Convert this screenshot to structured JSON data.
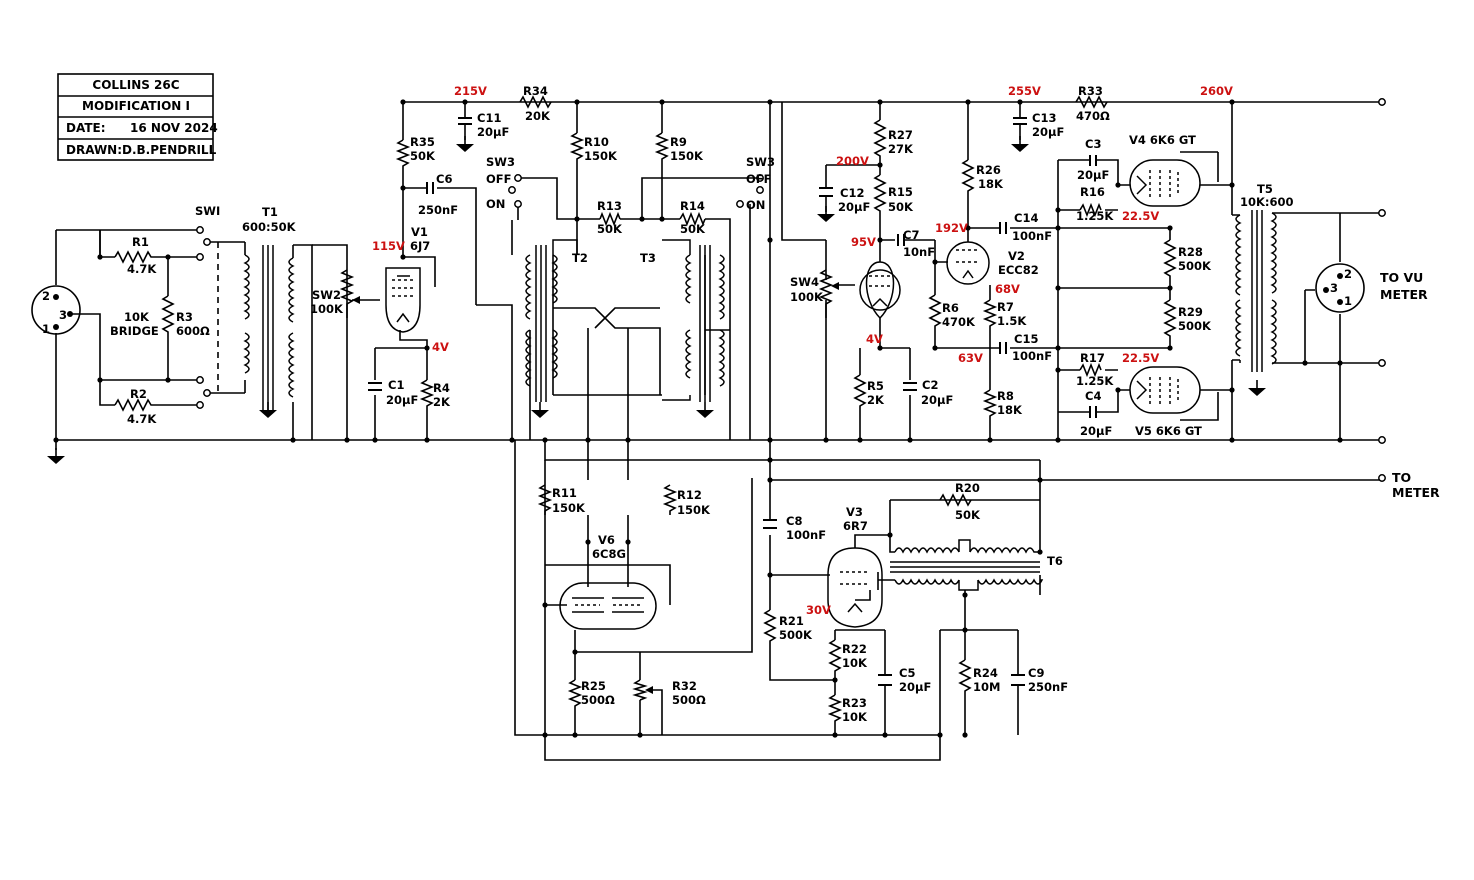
{
  "title_block": {
    "title": "COLLINS 26C",
    "modification": "MODIFICATION  I",
    "date_label": "DATE:",
    "date": "16 NOV 2024",
    "drawn_label": "DRAWN:",
    "drawn": "D.B.PENDRILL"
  },
  "colors": {
    "voltage": "#cc1111",
    "line": "#000000"
  },
  "connectors": {
    "input": {
      "pins": [
        "2",
        "3",
        "1"
      ]
    },
    "output": {
      "pins": [
        "2",
        "3",
        "1"
      ],
      "label": [
        "TO  VU",
        "METER"
      ]
    },
    "meter": {
      "label": [
        "TO",
        "METER"
      ]
    }
  },
  "switches": {
    "sw1": "SWI",
    "sw2": [
      "SW2",
      "100K"
    ],
    "sw3a": [
      "SW3",
      "OFF",
      "ON"
    ],
    "sw3b": [
      "SW3",
      "OFF",
      "ON"
    ],
    "sw4": [
      "SW4",
      "100K"
    ]
  },
  "bridge": [
    "10K",
    "BRIDGE"
  ],
  "transformers": {
    "t1": [
      "T1",
      "600:50K"
    ],
    "t2": "T2",
    "t3": "T3",
    "t5": [
      "T5",
      "10K:600"
    ],
    "t6": "T6"
  },
  "tubes": {
    "v1": [
      "V1",
      "6J7"
    ],
    "v2": [
      "V2",
      "ECC82"
    ],
    "v3": [
      "V3",
      "6R7"
    ],
    "v4": "V4  6K6 GT",
    "v5": "V5  6K6 GT",
    "v6": [
      "V6",
      "6C8G"
    ]
  },
  "resistors": {
    "r1": [
      "R1",
      "4.7K"
    ],
    "r2": [
      "R2",
      "4.7K"
    ],
    "r3": [
      "R3",
      "600Ω"
    ],
    "r4": [
      "R4",
      "2K"
    ],
    "r5": [
      "R5",
      "2K"
    ],
    "r6": [
      "R6",
      "470K"
    ],
    "r7": [
      "R7",
      "1.5K"
    ],
    "r8": [
      "R8",
      "18K"
    ],
    "r9": [
      "R9",
      "150K"
    ],
    "r10": [
      "R10",
      "150K"
    ],
    "r11": [
      "R11",
      "150K"
    ],
    "r12": [
      "R12",
      "150K"
    ],
    "r13": [
      "R13",
      "50K"
    ],
    "r14": [
      "R14",
      "50K"
    ],
    "r15": [
      "R15",
      "50K"
    ],
    "r16": [
      "R16",
      "1.25K"
    ],
    "r17": [
      "R17",
      "1.25K"
    ],
    "r20": [
      "R20",
      "50K"
    ],
    "r21": [
      "R21",
      "500K"
    ],
    "r22": [
      "R22",
      "10K"
    ],
    "r23": [
      "R23",
      "10K"
    ],
    "r24": [
      "R24",
      "10M"
    ],
    "r25": [
      "R25",
      "500Ω"
    ],
    "r26": [
      "R26",
      "18K"
    ],
    "r27": [
      "R27",
      "27K"
    ],
    "r28": [
      "R28",
      "500K"
    ],
    "r29": [
      "R29",
      "500K"
    ],
    "r32": [
      "R32",
      "500Ω"
    ],
    "r33": [
      "R33",
      "470Ω"
    ],
    "r34": [
      "R34",
      "20K"
    ],
    "r35": [
      "R35",
      "50K"
    ]
  },
  "capacitors": {
    "c1": [
      "C1",
      "20μF"
    ],
    "c2": [
      "C2",
      "20μF"
    ],
    "c3": [
      "C3",
      "20μF"
    ],
    "c4": [
      "C4",
      "20μF"
    ],
    "c5": [
      "C5",
      "20μF"
    ],
    "c6": [
      "C6",
      "250nF"
    ],
    "c7": [
      "C7",
      "10nF"
    ],
    "c8": [
      "C8",
      "100nF"
    ],
    "c9": [
      "C9",
      "250nF"
    ],
    "c11": [
      "C11",
      "20μF"
    ],
    "c12": [
      "C12",
      "20μF"
    ],
    "c13": [
      "C13",
      "20μF"
    ],
    "c14": [
      "C14",
      "100nF"
    ],
    "c15": [
      "C15",
      "100nF"
    ]
  },
  "voltages": {
    "b215": "215V",
    "b255": "255V",
    "b260": "260V",
    "v200": "200V",
    "v1_plate": "115V",
    "v1_k": "4V",
    "v2_plate": "192V",
    "v2_k": "68V",
    "v2_g": "63V",
    "sw4_g": "95V",
    "sw4_k": "4V",
    "v4_k": "22.5V",
    "v5_k": "22.5V",
    "v3_k": "30V"
  }
}
